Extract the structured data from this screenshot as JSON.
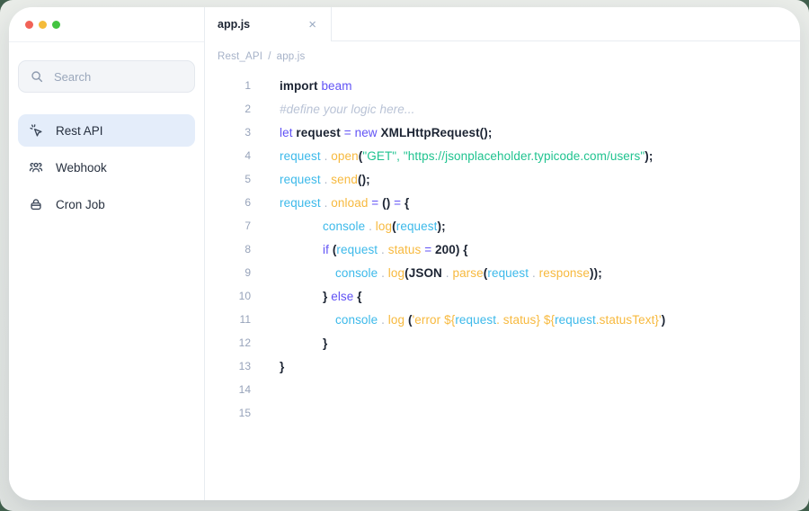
{
  "window": {
    "traffic_lights": {
      "red": "#f16257",
      "yellow": "#f4bb3a",
      "green": "#43c440"
    }
  },
  "tabs": [
    {
      "label": "app.js",
      "close_icon": "×",
      "active": true
    }
  ],
  "breadcrumb": {
    "parts": [
      "Rest_API",
      "app.js"
    ],
    "separator": "/"
  },
  "sidebar": {
    "search": {
      "placeholder": "Search",
      "icon": "search-icon"
    },
    "items": [
      {
        "label": "Rest API",
        "icon": "cursor-click-icon",
        "active": true
      },
      {
        "label": "Webhook",
        "icon": "users-icon",
        "active": false
      },
      {
        "label": "Cron Job",
        "icon": "lock-icon",
        "active": false
      }
    ],
    "active_bg": "#e4edfa"
  },
  "editor": {
    "filename": "app.js",
    "line_number_color": "#97a3ba",
    "token_colors": {
      "dark": "#1c2433",
      "purple": "#6153f5",
      "cyan": "#3cb9ea",
      "orange": "#f7b93e",
      "green": "#1fc38f",
      "comment": "#b9c3d6",
      "dot": "#aab3c6",
      "ln": "#97a3ba"
    },
    "code": {
      "lines": [
        {
          "n": 1,
          "indent": 0,
          "segments": [
            {
              "t": "import ",
              "c": "dark"
            },
            {
              "t": "beam",
              "c": "purple"
            }
          ]
        },
        {
          "n": 2,
          "indent": 0,
          "segments": [
            {
              "t": "#define your logic here...",
              "c": "comment"
            }
          ]
        },
        {
          "n": 3,
          "indent": 0,
          "segments": [
            {
              "t": "let ",
              "c": "purple"
            },
            {
              "t": "request ",
              "c": "dark"
            },
            {
              "t": "= ",
              "c": "purple"
            },
            {
              "t": "new ",
              "c": "purple"
            },
            {
              "t": "XMLHttpRequest();",
              "c": "dark"
            }
          ]
        },
        {
          "n": 4,
          "indent": 0,
          "segments": [
            {
              "t": "request",
              "c": "cyan"
            },
            {
              "t": " . ",
              "c": "dot"
            },
            {
              "t": "open",
              "c": "orange"
            },
            {
              "t": "(",
              "c": "dark"
            },
            {
              "t": "\"GET\", \"https://jsonplaceholder.typicode.com/users\"",
              "c": "green"
            },
            {
              "t": ");",
              "c": "dark"
            }
          ]
        },
        {
          "n": 5,
          "indent": 0,
          "segments": [
            {
              "t": "request",
              "c": "cyan"
            },
            {
              "t": " . ",
              "c": "dot"
            },
            {
              "t": "send",
              "c": "orange"
            },
            {
              "t": "();",
              "c": "dark"
            }
          ]
        },
        {
          "n": 6,
          "indent": 0,
          "segments": [
            {
              "t": "request",
              "c": "cyan"
            },
            {
              "t": " . ",
              "c": "dot"
            },
            {
              "t": "onload",
              "c": "orange"
            },
            {
              "t": " = ",
              "c": "purple"
            },
            {
              "t": "()",
              "c": "dark"
            },
            {
              "t": " = ",
              "c": "purple"
            },
            {
              "t": "{",
              "c": "dark"
            }
          ]
        },
        {
          "n": 7,
          "indent": 48,
          "segments": [
            {
              "t": "console",
              "c": "cyan"
            },
            {
              "t": " . ",
              "c": "dot"
            },
            {
              "t": "log",
              "c": "orange"
            },
            {
              "t": "(",
              "c": "dark"
            },
            {
              "t": "request",
              "c": "cyan"
            },
            {
              "t": ");",
              "c": "dark"
            }
          ]
        },
        {
          "n": 8,
          "indent": 48,
          "segments": [
            {
              "t": "if ",
              "c": "purple"
            },
            {
              "t": "(",
              "c": "dark"
            },
            {
              "t": "request",
              "c": "cyan"
            },
            {
              "t": " . ",
              "c": "dot"
            },
            {
              "t": "status ",
              "c": "orange"
            },
            {
              "t": "= ",
              "c": "purple"
            },
            {
              "t": "200",
              "c": "dark"
            },
            {
              "t": ") {",
              "c": "dark"
            }
          ]
        },
        {
          "n": 9,
          "indent": 62,
          "segments": [
            {
              "t": "console",
              "c": "cyan"
            },
            {
              "t": " . ",
              "c": "dot"
            },
            {
              "t": "log",
              "c": "orange"
            },
            {
              "t": "(",
              "c": "dark"
            },
            {
              "t": "JSON",
              "c": "dark"
            },
            {
              "t": " . ",
              "c": "dot"
            },
            {
              "t": "parse",
              "c": "orange"
            },
            {
              "t": "(",
              "c": "dark"
            },
            {
              "t": "request",
              "c": "cyan"
            },
            {
              "t": " . ",
              "c": "dot"
            },
            {
              "t": "response",
              "c": "orange"
            },
            {
              "t": "));",
              "c": "dark"
            }
          ]
        },
        {
          "n": 10,
          "indent": 48,
          "segments": [
            {
              "t": "} ",
              "c": "dark"
            },
            {
              "t": "else ",
              "c": "purple"
            },
            {
              "t": "{",
              "c": "dark"
            }
          ]
        },
        {
          "n": 11,
          "indent": 62,
          "segments": [
            {
              "t": "console",
              "c": "cyan"
            },
            {
              "t": " . ",
              "c": "dot"
            },
            {
              "t": "log ",
              "c": "orange"
            },
            {
              "t": "(",
              "c": "dark"
            },
            {
              "t": "'error ${",
              "c": "orange"
            },
            {
              "t": "request",
              "c": "cyan"
            },
            {
              "t": ". status} ${",
              "c": "orange"
            },
            {
              "t": "request",
              "c": "cyan"
            },
            {
              "t": ".statusText}'",
              "c": "orange"
            },
            {
              "t": ")",
              "c": "dark"
            }
          ]
        },
        {
          "n": 12,
          "indent": 48,
          "segments": [
            {
              "t": "}",
              "c": "dark"
            }
          ]
        },
        {
          "n": 13,
          "indent": 0,
          "segments": [
            {
              "t": "}",
              "c": "dark"
            }
          ]
        },
        {
          "n": 14,
          "indent": 0,
          "segments": []
        },
        {
          "n": 15,
          "indent": 0,
          "segments": []
        }
      ]
    }
  }
}
